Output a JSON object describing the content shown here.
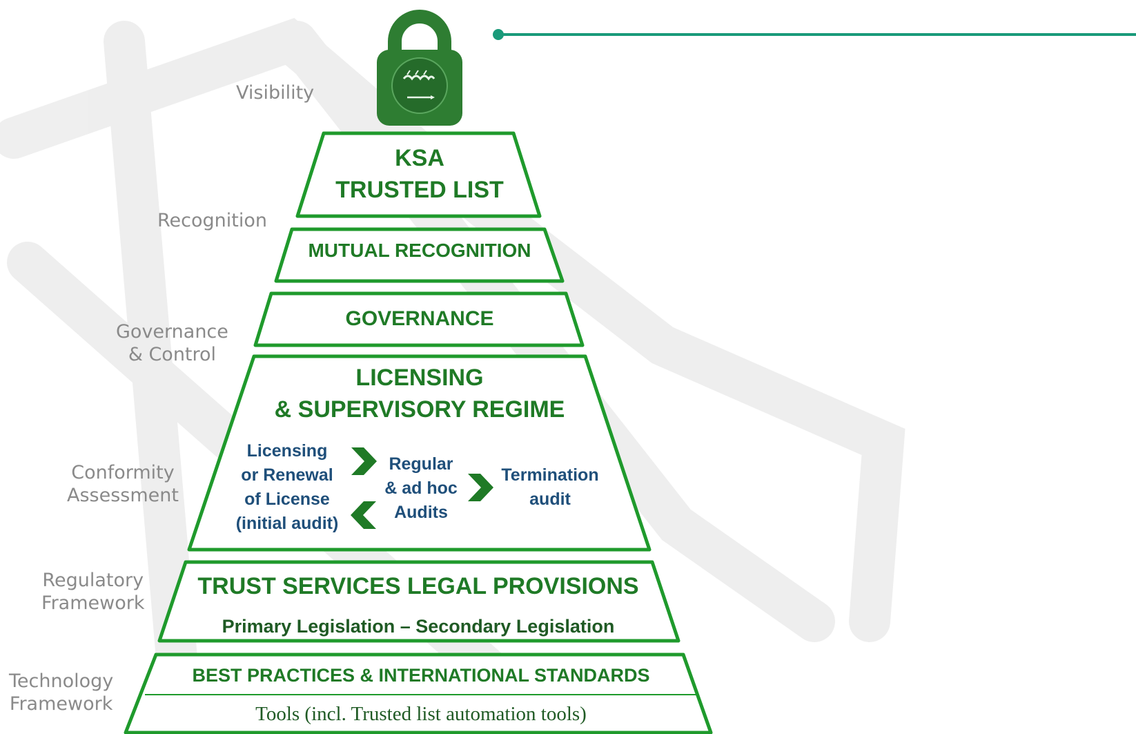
{
  "colors": {
    "pyramid_green": "#1f9a2c",
    "title_green": "#1f7a26",
    "process_blue": "#1f4f7a",
    "side_label_gray": "#8a8a8a",
    "lock_green": "#2e7d32",
    "accent_line": "#1a9a7a"
  },
  "side_labels": {
    "visibility": "Visibility",
    "recognition": "Recognition",
    "governance_line1": "Governance",
    "governance_line2": "& Control",
    "conformity_line1": "Conformity",
    "conformity_line2": "Assessment",
    "regulatory_line1": "Regulatory",
    "regulatory_line2": "Framework",
    "technology_line1": "Technology",
    "technology_line2": "Framework"
  },
  "layers": {
    "trusted_list_line1": "KSA",
    "trusted_list_line2": "TRUSTED LIST",
    "mutual_recognition": "MUTUAL RECOGNITION",
    "governance": "GOVERNANCE",
    "licensing_line1": "LICENSING",
    "licensing_line2": "& SUPERVISORY REGIME",
    "legal_title": "TRUST SERVICES LEGAL PROVISIONS",
    "legal_subtitle": "Primary Legislation – Secondary Legislation",
    "standards": "BEST PRACTICES & INTERNATIONAL STANDARDS",
    "tools": "Tools (incl. Trusted list automation tools)"
  },
  "process": {
    "licensing_lines": [
      "Licensing",
      "or Renewal",
      "of License",
      "(initial audit)"
    ],
    "audits_lines": [
      "Regular",
      "& ad hoc",
      "Audits"
    ],
    "termination_lines": [
      "Termination",
      "audit"
    ]
  },
  "icons": {
    "lock": "padlock-icon",
    "flag": "saudi-flag-emblem-icon",
    "arrows": [
      "chevron-right-icon",
      "chevron-left-icon",
      "chevron-right-icon"
    ]
  }
}
